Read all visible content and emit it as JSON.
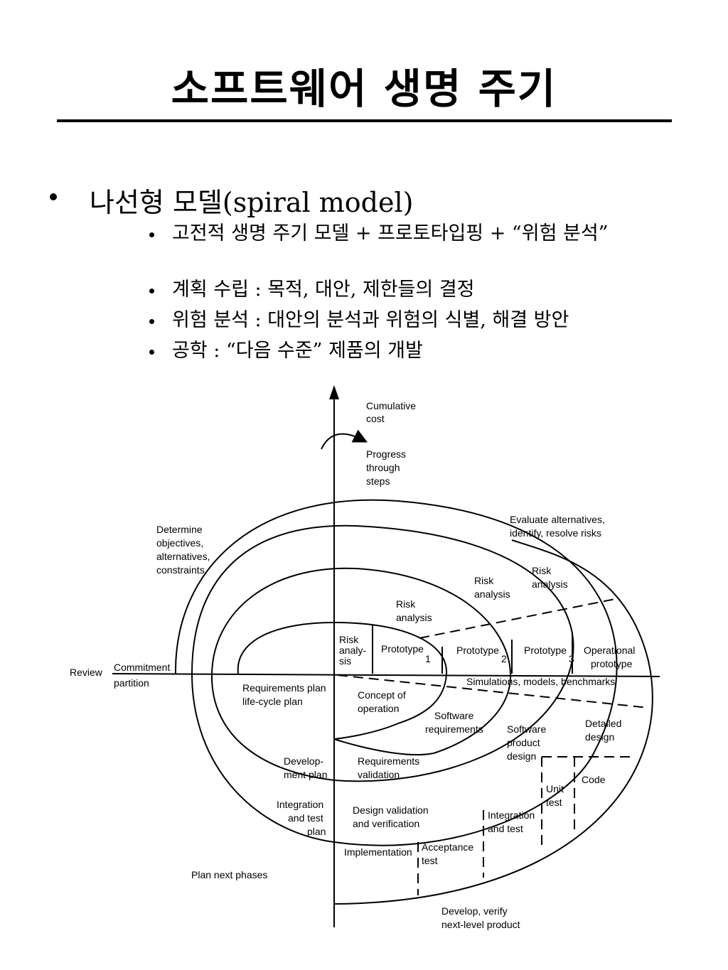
{
  "title": "소프트웨어 생명 주기",
  "bullet": "나선형 모델(spiral model)",
  "sub_bullets": [
    "고전적 생명 주기 모델 + 프로토타입핑 + “위험 분석”",
    "계획 수립 : 목적, 대안, 제한들의 결정",
    "위험 분석 : 대안의 분석과 위험의 식별, 해결 방안",
    "공학 : “다음 수준”  제품의 개발"
  ],
  "diagram": {
    "cumulative_cost": [
      "Cumulative",
      "cost"
    ],
    "progress": [
      "Progress",
      "through",
      "steps"
    ],
    "determine": [
      "Determine",
      "objectives,",
      "alternatives,",
      "constraints"
    ],
    "evaluate": [
      "Evaluate alternatives,",
      "identify, resolve risks"
    ],
    "risk_outer": [
      "Risk",
      "analysis"
    ],
    "risk_mid": [
      "Risk",
      "analysis"
    ],
    "risk_inner": [
      "Risk",
      "analysis"
    ],
    "risk_center": [
      "Risk",
      "analy-",
      "sis"
    ],
    "prototype1": "Prototype",
    "prototype2": "Prototype",
    "prototype3": "Prototype",
    "num1": "1",
    "num2": "2",
    "num3": "3",
    "operational": [
      "Operational",
      "prototype"
    ],
    "review": "Review",
    "commitment": "Commitment",
    "partition": "partition",
    "simulations": "Simulations, models, benchmarks",
    "req_plan": [
      "Requirements plan",
      "life-cycle plan"
    ],
    "concept": [
      "Concept of",
      "operation"
    ],
    "sw_req": [
      "Software",
      "requirements"
    ],
    "sw_prod": [
      "Software",
      "product",
      "design"
    ],
    "detailed": [
      "Detailed",
      "design"
    ],
    "dev_plan": [
      "Develop-",
      "ment plan"
    ],
    "req_val": [
      "Requirements",
      "validation"
    ],
    "code": "Code",
    "unit": [
      "Unit",
      "test"
    ],
    "int_plan": [
      "Integration",
      "and test",
      "plan"
    ],
    "design_val": [
      "Design validation",
      "and verification"
    ],
    "int_test": [
      "Integration",
      "and test"
    ],
    "implementation": "Implementation",
    "acceptance": [
      "Acceptance",
      "test"
    ],
    "plan_next": "Plan next phases",
    "develop": [
      "Develop, verify",
      "next-level product"
    ]
  }
}
